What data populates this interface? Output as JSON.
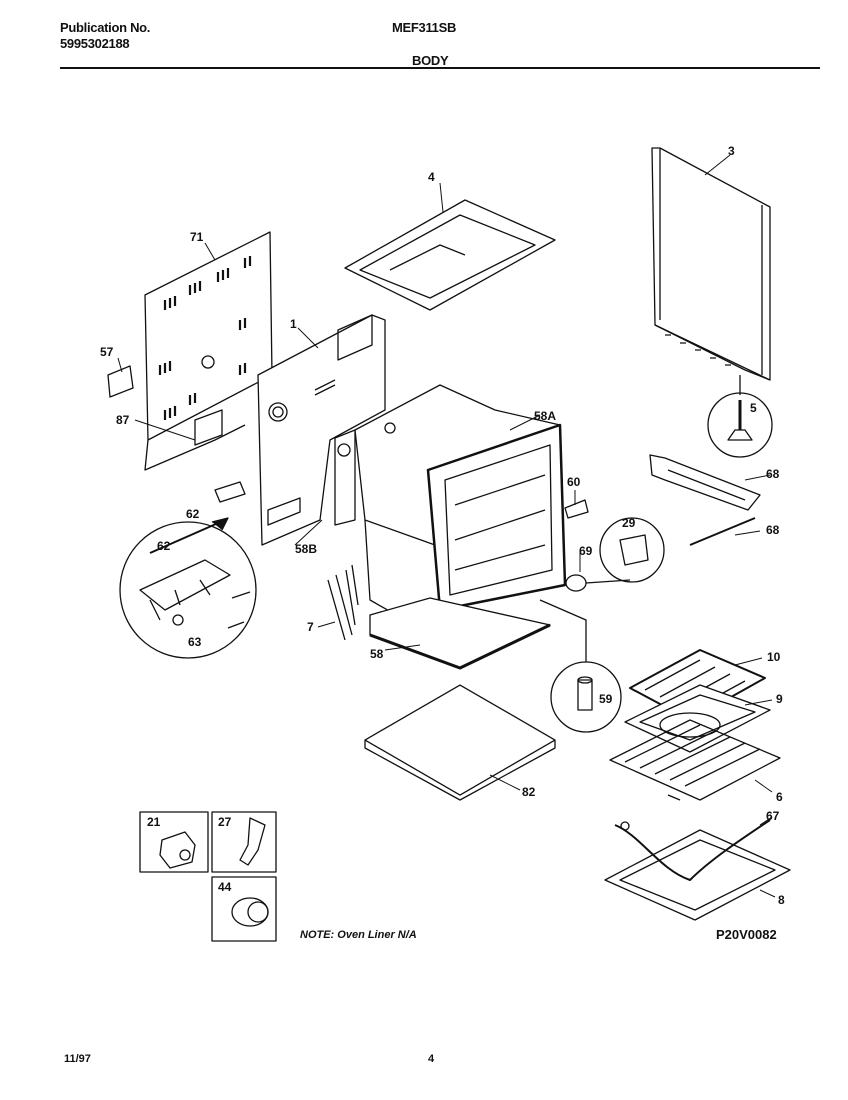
{
  "header": {
    "publication_label": "Publication No.",
    "publication_number": "5995302188",
    "model": "MEF311SB",
    "section": "BODY"
  },
  "callouts": {
    "c1": "1",
    "c3": "3",
    "c4": "4",
    "c5": "5",
    "c6": "6",
    "c7": "7",
    "c8": "8",
    "c9": "9",
    "c10": "10",
    "c21": "21",
    "c27": "27",
    "c29": "29",
    "c44": "44",
    "c57": "57",
    "c58": "58",
    "c58a": "58A",
    "c58b": "58B",
    "c59": "59",
    "c60": "60",
    "c62a": "62",
    "c62b": "62",
    "c63": "63",
    "c67": "67",
    "c68a": "68",
    "c68b": "68",
    "c69": "69",
    "c71": "71",
    "c82": "82",
    "c87": "87"
  },
  "note": "NOTE:  Oven Liner N/A",
  "diagram_code": "P20V0082",
  "footer": {
    "date": "11/97",
    "page": "4"
  }
}
